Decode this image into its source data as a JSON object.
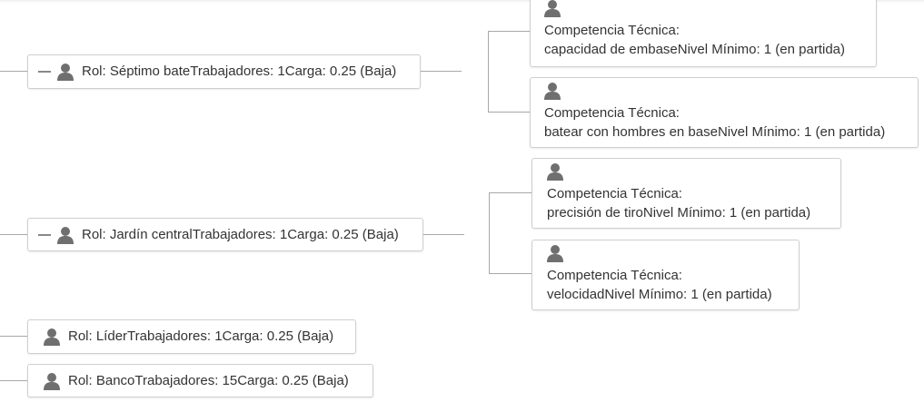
{
  "roles": [
    {
      "label": "Rol: Séptimo bateTrabajadores: 1Carga: 0.25 (Baja)",
      "expanded": true,
      "icon": "person-icon"
    },
    {
      "label": "Rol: Jardín centralTrabajadores: 1Carga: 0.25 (Baja)",
      "expanded": true,
      "icon": "person-icon"
    },
    {
      "label": "Rol: LíderTrabajadores: 1Carga: 0.25 (Baja)",
      "expanded": false,
      "icon": "person-icon"
    },
    {
      "label": "Rol: BancoTrabajadores: 15Carga: 0.25 (Baja)",
      "expanded": false,
      "icon": "person-icon"
    }
  ],
  "competencies": [
    {
      "heading": "Competencia Técnica:",
      "detail": "capacidad de embaseNivel Mínimo: 1 (en partida)",
      "icon": "person-icon"
    },
    {
      "heading": "Competencia Técnica:",
      "detail": "batear con hombres en baseNivel Mínimo: 1 (en partida)",
      "icon": "person-icon"
    },
    {
      "heading": "Competencia Técnica:",
      "detail": "precisión de tiroNivel Mínimo: 1 (en partida)",
      "icon": "person-icon"
    },
    {
      "heading": "Competencia Técnica:",
      "detail": "velocidadNivel Mínimo: 1 (en partida)",
      "icon": "person-icon"
    }
  ],
  "colors": {
    "connector": "#a8a8a8",
    "border": "#cfcfcf",
    "icon": "#6f6f6f",
    "text": "#333333"
  }
}
